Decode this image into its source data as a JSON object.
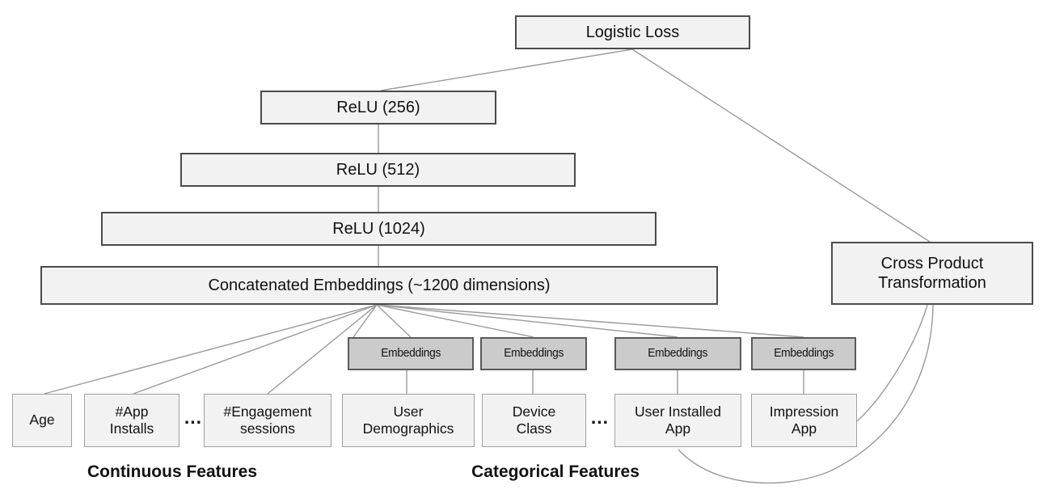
{
  "boxes": {
    "logistic_loss": "Logistic Loss",
    "relu_256": "ReLU (256)",
    "relu_512": "ReLU (512)",
    "relu_1024": "ReLU (1024)",
    "concat": "Concatenated Embeddings (~1200 dimensions)",
    "cross_product": "Cross Product\nTransformation",
    "embedding_1": "Embeddings",
    "embedding_2": "Embeddings",
    "embedding_3": "Embeddings",
    "embedding_4": "Embeddings",
    "age": "Age",
    "app_installs": "#App\nInstalls",
    "engagement_sessions": "#Engagement\nsessions",
    "user_demographics": "User\nDemographics",
    "device_class": "Device\nClass",
    "user_installed_app": "User Installed\nApp",
    "impression_app": "Impression\nApp"
  },
  "ellipsis": {
    "continuous": "...",
    "categorical": "..."
  },
  "section_labels": {
    "continuous": "Continuous Features",
    "categorical": "Categorical Features"
  },
  "colors": {
    "line": "#9a9a9a",
    "main_fill": "#f2f2f2",
    "main_border": "#4b4b4b",
    "embed_fill": "#cbcbcb",
    "feat_border": "#a0a0a0",
    "text": "#111111"
  }
}
